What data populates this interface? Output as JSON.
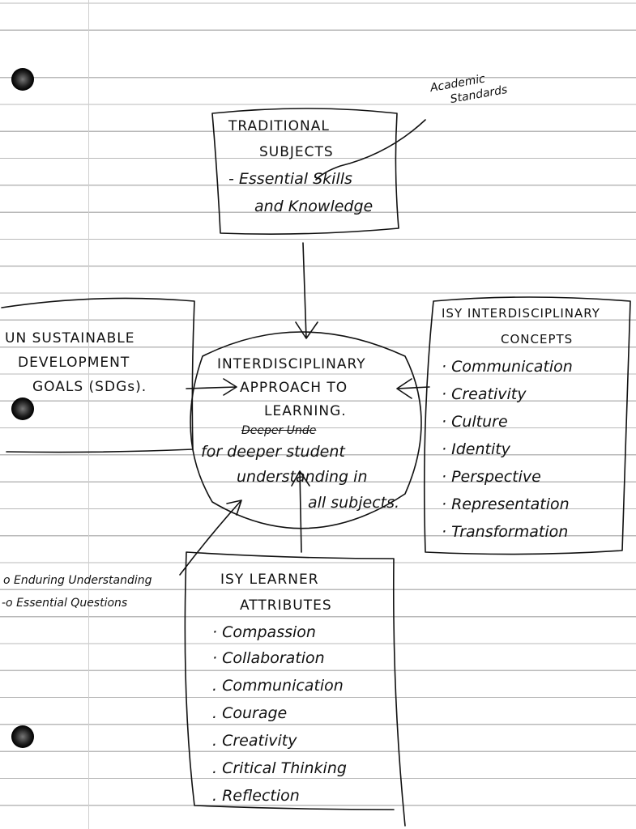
{
  "annotation_academic": [
    "Academic",
    "Standards"
  ],
  "traditional": {
    "title": [
      "TRADITIONAL",
      "SUBJECTS"
    ],
    "lines": [
      "- Essential Skills",
      "and Knowledge"
    ]
  },
  "sdgs": {
    "lines": [
      "UN SUSTAINABLE",
      "DEVELOPMENT",
      "GOALS (SDGs)."
    ]
  },
  "center": {
    "lines": [
      "INTERDISCIPLINARY",
      "APPROACH TO",
      "LEARNING."
    ],
    "crossed": "Deeper Unde",
    "tail": [
      "for deeper student",
      "understanding in",
      "all subjects."
    ]
  },
  "concepts": {
    "title": [
      "ISY INTERDISCIPLINARY",
      "CONCEPTS"
    ],
    "items": [
      "Communication",
      "Creativity",
      "Culture",
      "Identity",
      "Perspective",
      "Representation",
      "Transformation"
    ]
  },
  "understanding": [
    "Enduring Understanding",
    "Essential Questions"
  ],
  "attributes": {
    "title": [
      "ISY LEARNER",
      "ATTRIBUTES"
    ],
    "items": [
      "Compassion",
      "Collaboration",
      "Communication",
      "Courage",
      "Creativity",
      "Critical Thinking",
      "Reflection"
    ]
  }
}
